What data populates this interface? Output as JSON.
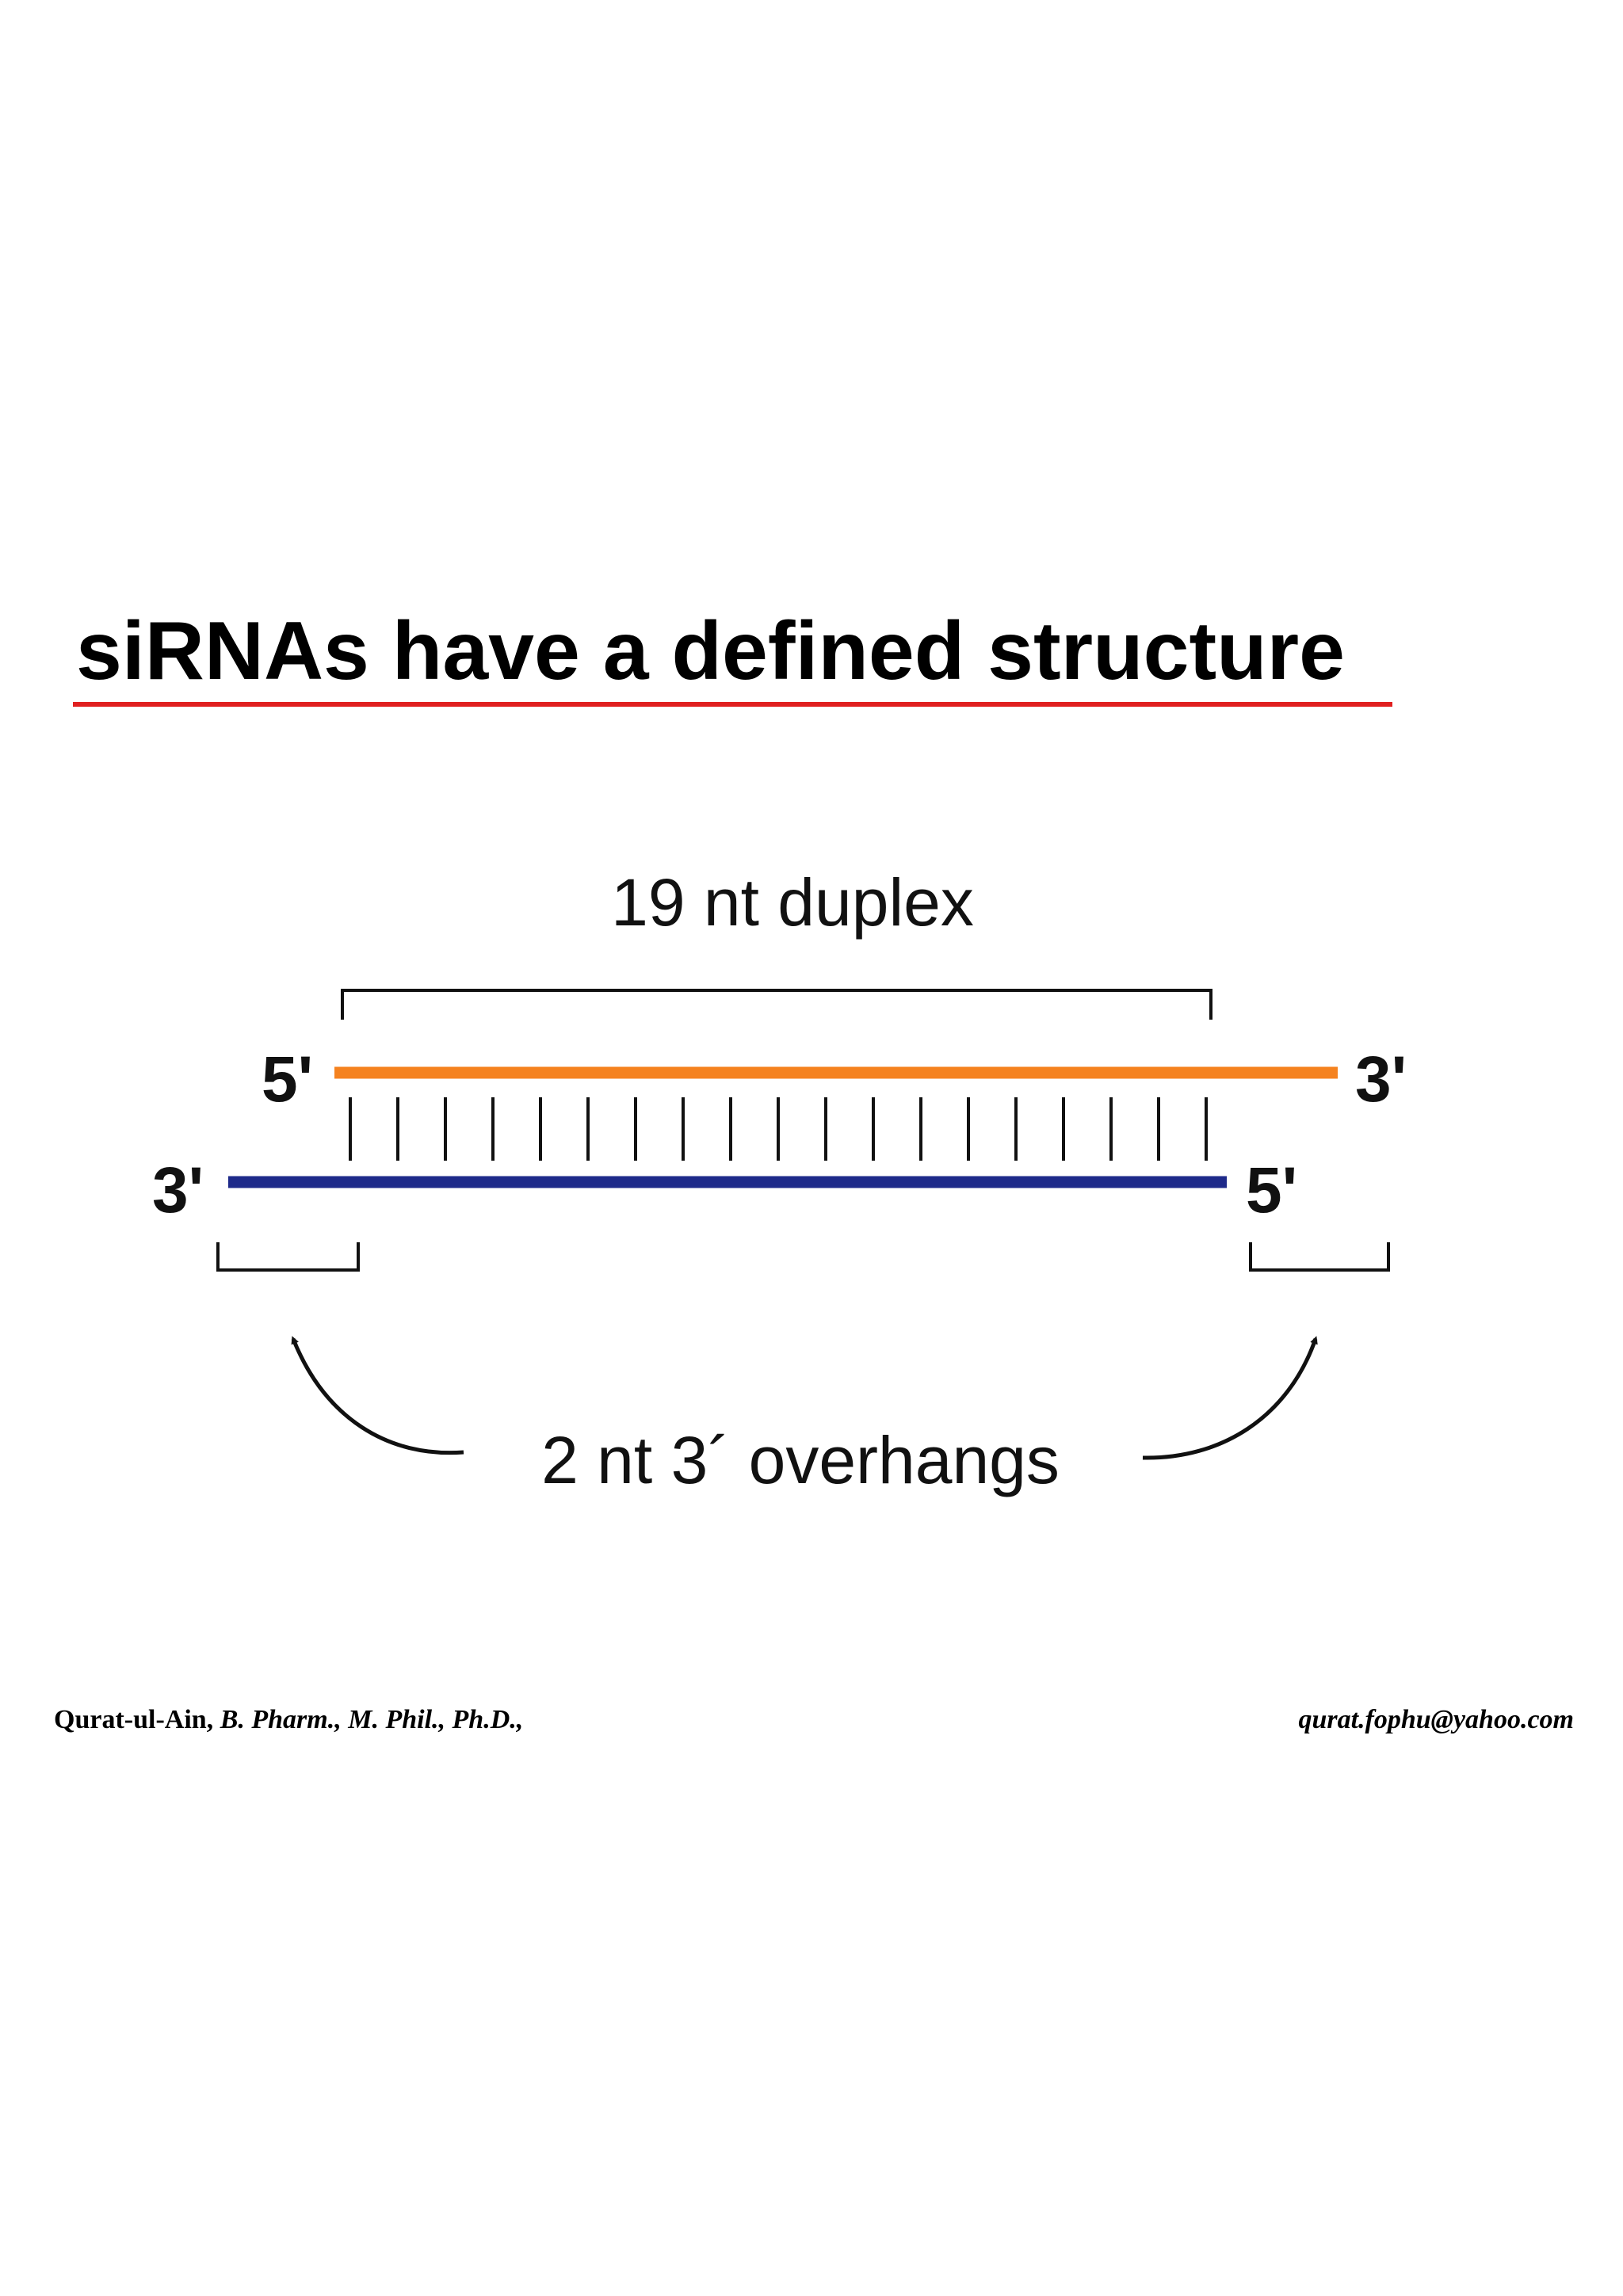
{
  "slide": {
    "title": "siRNAs have a defined structure",
    "accent_color": "#e02020"
  },
  "diagram": {
    "duplex_label": "19 nt duplex",
    "overhang_label": "2 nt 3´ overhangs",
    "sense_strand": {
      "color": "#f5821f",
      "left_end": "5'",
      "right_end": "3'"
    },
    "antisense_strand": {
      "color": "#1e2a8a",
      "left_end": "3'",
      "right_end": "5'"
    },
    "base_pairs": 19
  },
  "footer": {
    "author_name": "Qurat-ul-Ain,",
    "author_degrees": "B. Pharm., M. Phil., Ph.D.,",
    "email": "qurat.fophu@yahoo.com"
  }
}
